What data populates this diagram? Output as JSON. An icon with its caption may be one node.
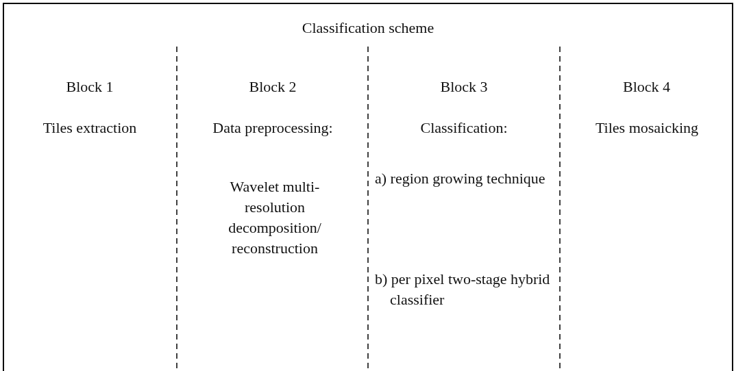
{
  "diagram": {
    "title": "Classification scheme",
    "labels": [
      "Block 1",
      "Block 2",
      "Block 3",
      "Block 4",
      "Tiles extraction",
      "Data preprocessing:",
      "Classification:",
      "Tiles mosaicking",
      "a) region growing technique",
      "Wavelet multi-resolution decomposition/ reconstruction",
      "b) per pixel two-stage hybrid classifier"
    ]
  }
}
